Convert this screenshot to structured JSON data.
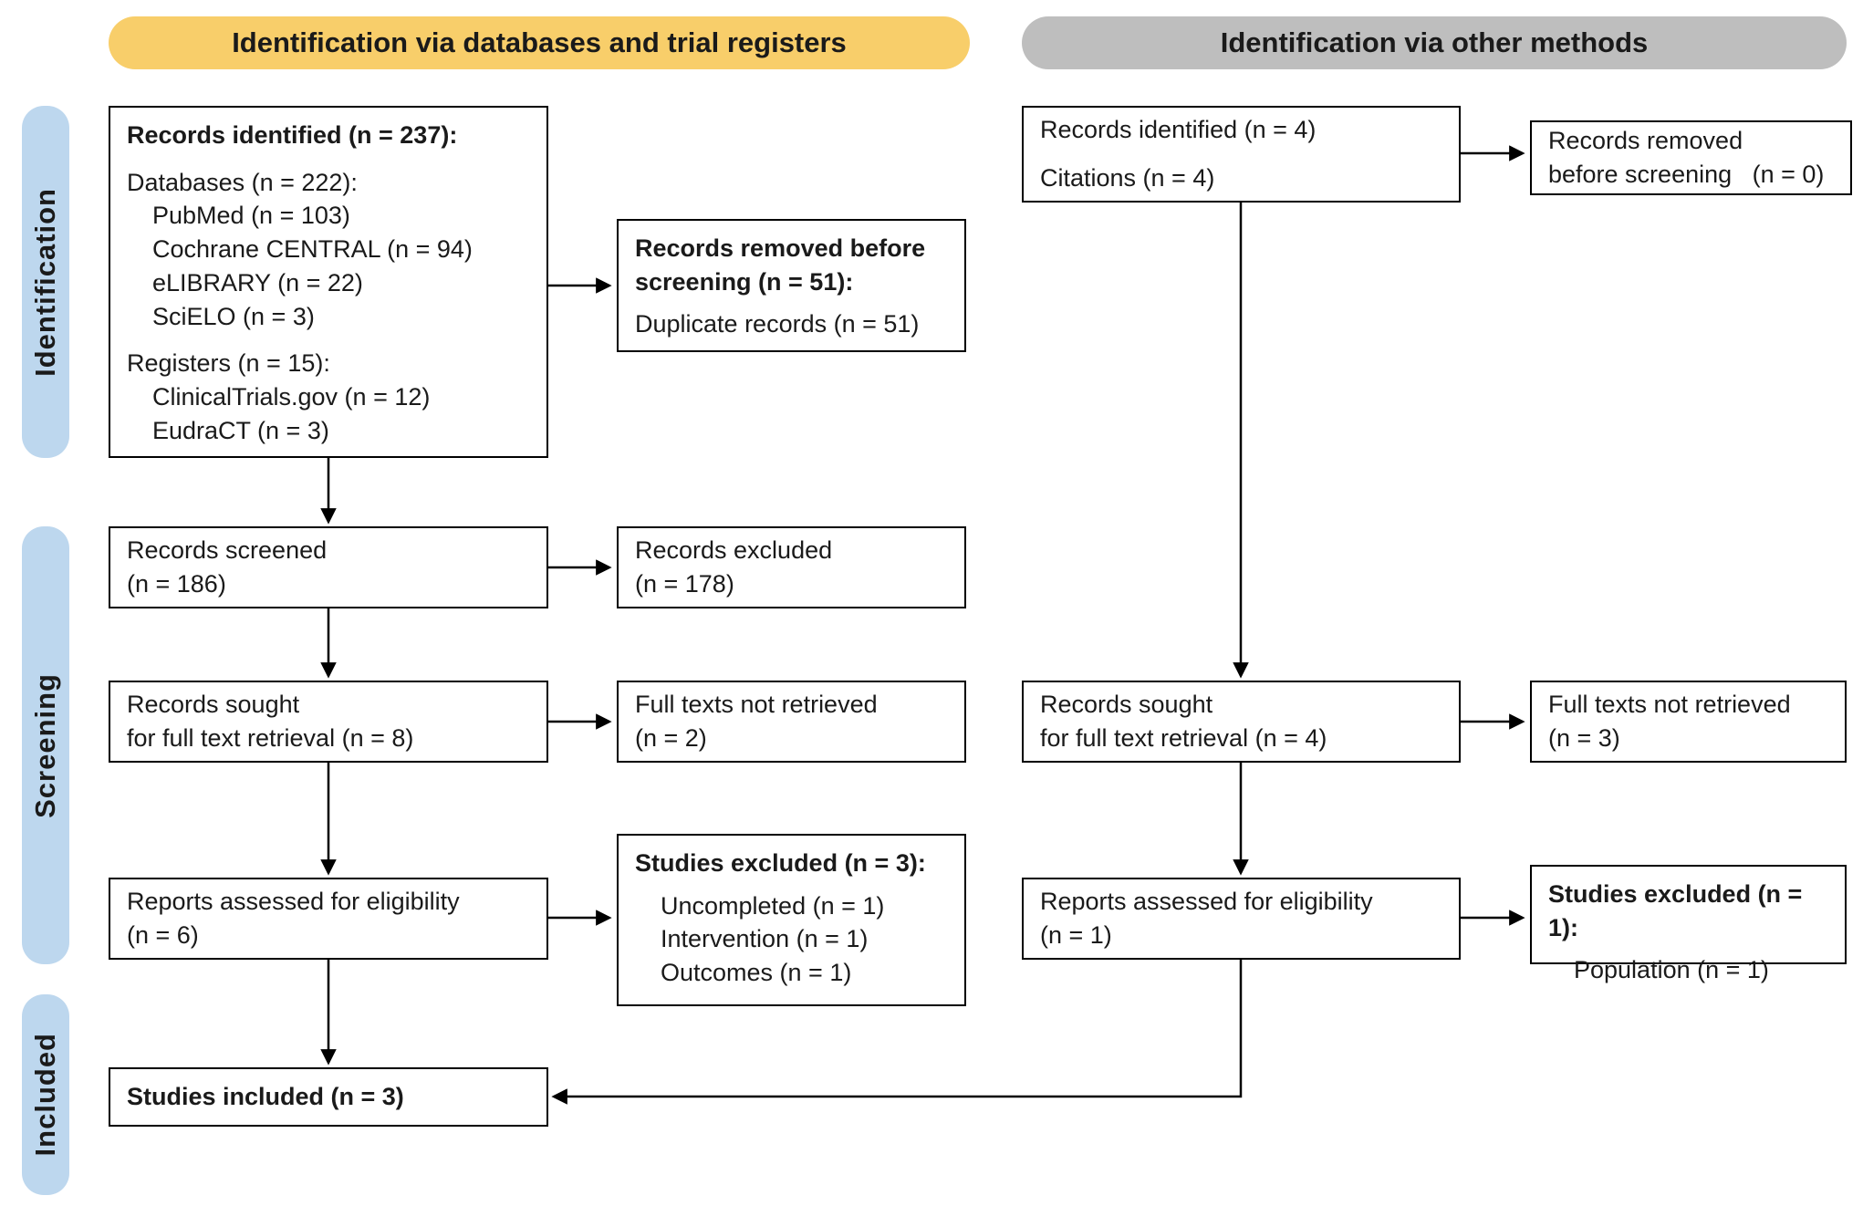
{
  "headers": {
    "databases": "Identification via databases and trial registers",
    "other": "Identification via other methods"
  },
  "stages": {
    "identification": "Identification",
    "screening": "Screening",
    "included": "Included"
  },
  "left": {
    "identified": {
      "title": "Records identified (n = 237):",
      "lines": [
        "Databases (n = 222):",
        "PubMed (n = 103)",
        "Cochrane CENTRAL (n = 94)",
        "eLIBRARY (n = 22)",
        "SciELO (n = 3)",
        "Registers (n = 15):",
        "ClinicalTrials.gov (n = 12)",
        "EudraCT (n = 3)"
      ]
    },
    "removed": {
      "title": "Records removed before screening (n = 51):",
      "body": "Duplicate records (n = 51)"
    },
    "screened": "Records screened\n(n = 186)",
    "excluded": "Records excluded\n(n = 178)",
    "sought": "Records sought\nfor full text retrieval (n = 8)",
    "not_retrieved": "Full texts not retrieved\n(n = 2)",
    "assessed": "Reports assessed for eligibility\n(n = 6)",
    "studies_excluded": {
      "title": "Studies excluded (n = 3):",
      "lines": [
        "Uncompleted (n = 1)",
        "Intervention (n = 1)",
        "Outcomes (n = 1)"
      ]
    },
    "included": "Studies included (n = 3)"
  },
  "right": {
    "identified": {
      "lines": [
        "Records identified (n = 4)",
        "Citations (n = 4)"
      ]
    },
    "removed": "Records removed\nbefore screening   (n = 0)",
    "sought": "Records sought\nfor full text retrieval (n = 4)",
    "not_retrieved": "Full texts not retrieved\n(n = 3)",
    "assessed": "Reports assessed for eligibility\n(n = 1)",
    "studies_excluded": {
      "title": "Studies excluded (n = 1):",
      "lines": [
        "Population (n = 1)"
      ]
    }
  },
  "colors": {
    "header_databases_bg": "#F8CE6A",
    "header_other_bg": "#BEBEBE",
    "stage_bg": "#BDD7EE",
    "box_border": "#000000",
    "arrow": "#000000"
  }
}
